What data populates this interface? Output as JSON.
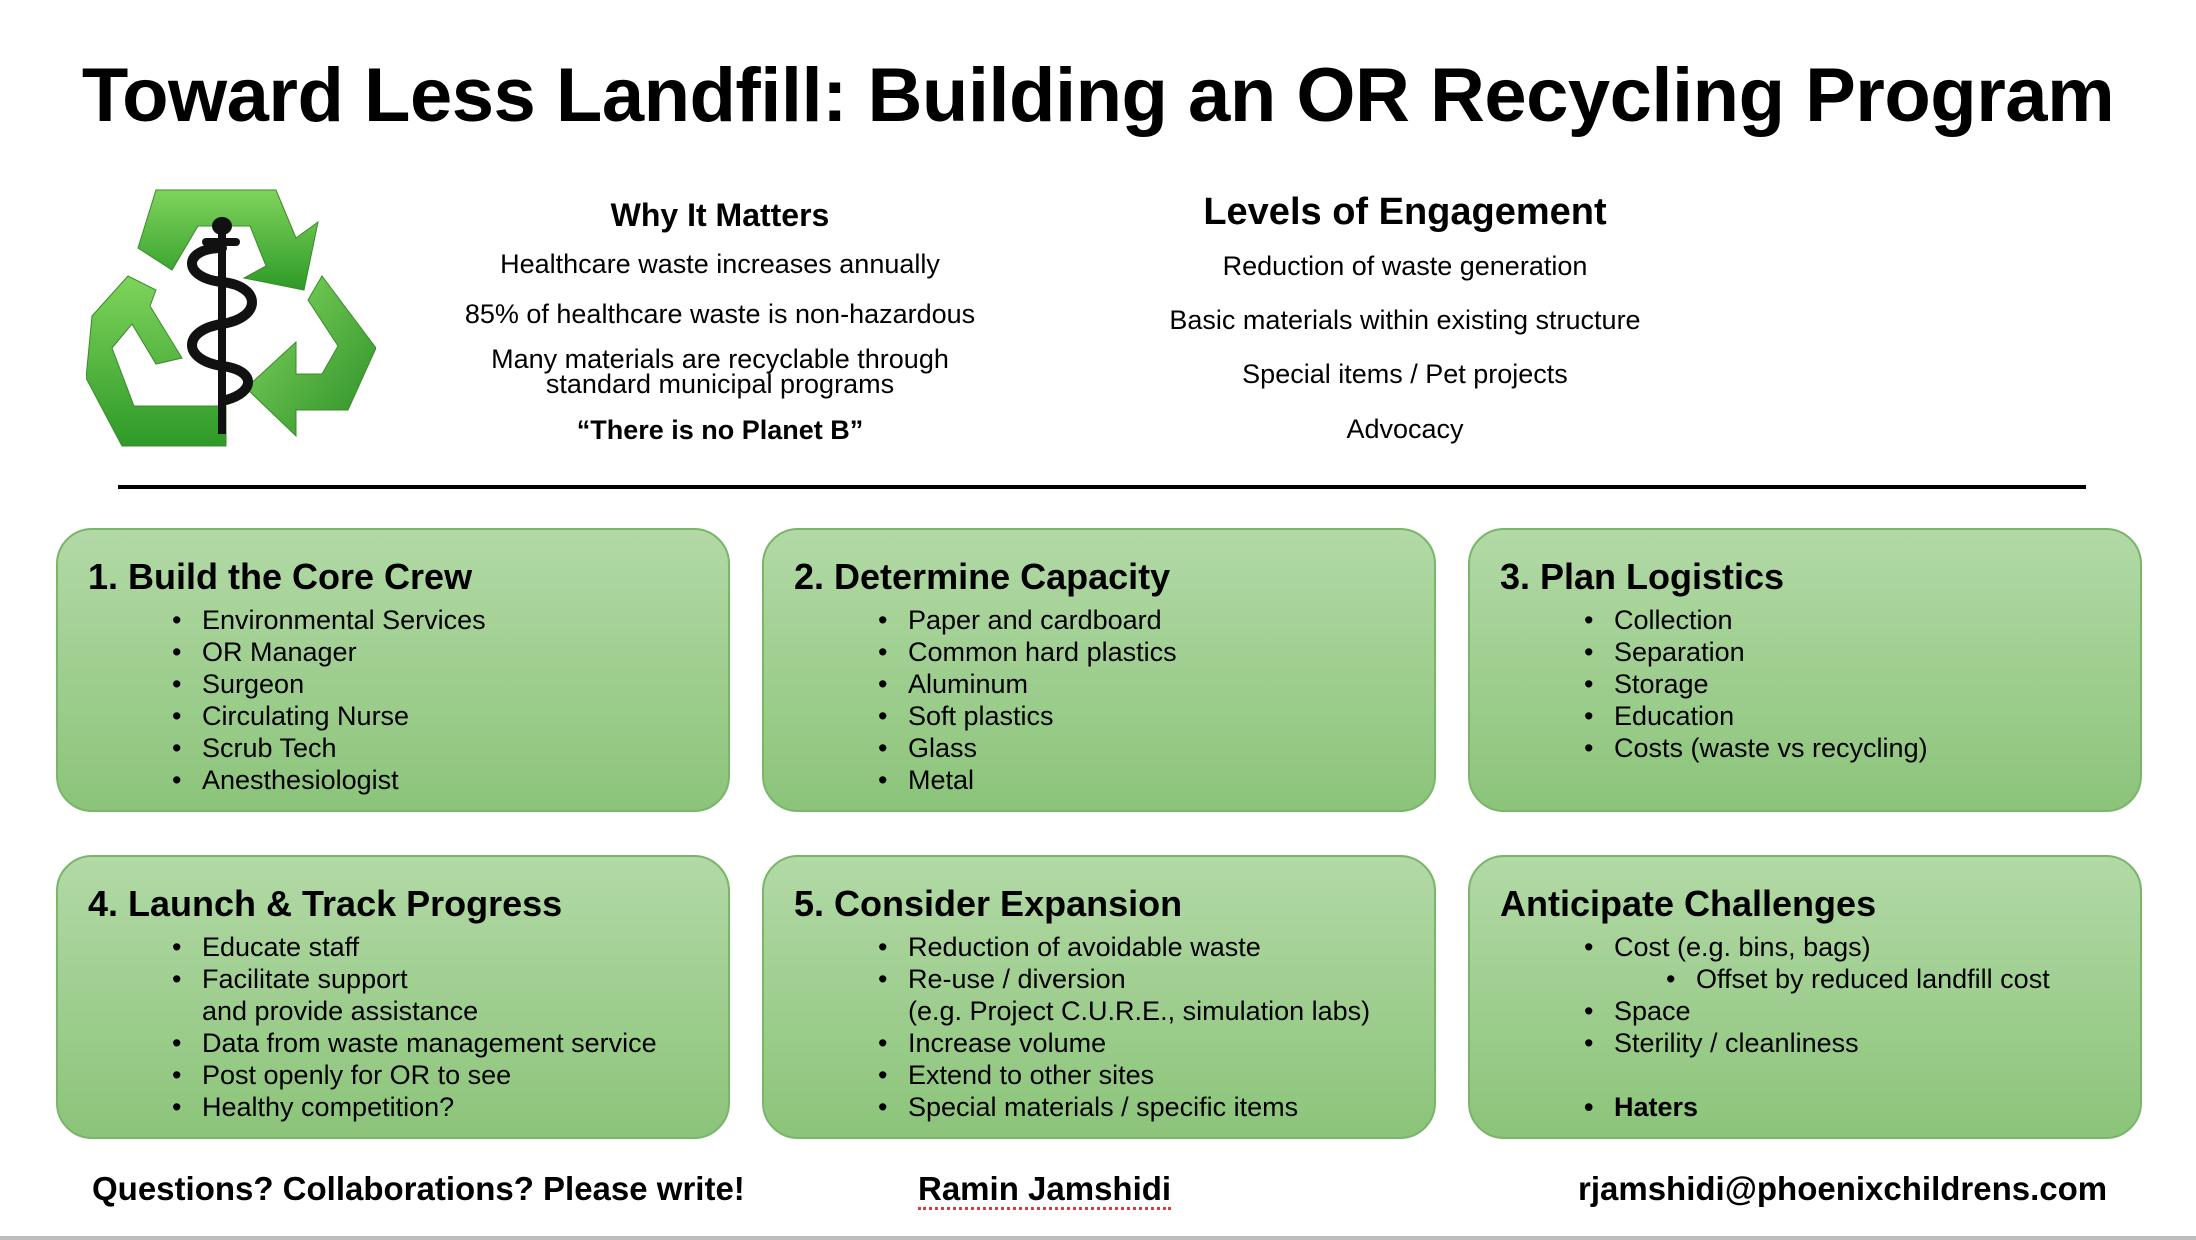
{
  "title": "Toward Less Landfill: Building an OR Recycling Program",
  "logo": {
    "icon": "recycle-caduceus-icon",
    "colors": {
      "green_light": "#7fd45c",
      "green_dark": "#2e9a28"
    }
  },
  "why": {
    "heading": "Why It Matters",
    "items": [
      "Healthcare waste increases annually",
      "85% of healthcare waste is non-hazardous",
      "Many materials are recyclable through",
      "standard municipal programs"
    ],
    "quote": "“There is no Planet B”"
  },
  "levels": {
    "heading": "Levels of Engagement",
    "items": [
      "Reduction of waste generation",
      "Basic materials within existing structure",
      "Special items / Pet projects",
      "Advocacy"
    ]
  },
  "boxes": [
    {
      "title": "1. Build the Core Crew",
      "items": [
        "Environmental Services",
        "OR Manager",
        "Surgeon",
        "Circulating Nurse",
        "Scrub Tech",
        "Anesthesiologist"
      ]
    },
    {
      "title": "2. Determine Capacity",
      "items": [
        "Paper and cardboard",
        "Common hard plastics",
        "Aluminum",
        "Soft plastics",
        "Glass",
        "Metal"
      ]
    },
    {
      "title": "3. Plan Logistics",
      "items": [
        "Collection",
        "Separation",
        "Storage",
        "Education",
        "Costs (waste vs recycling)"
      ]
    },
    {
      "title": "4. Launch & Track Progress",
      "items": [
        "Educate staff",
        "Facilitate support",
        "and provide assistance",
        "Data from waste management service",
        "Post openly for OR to see",
        "Healthy competition?"
      ]
    },
    {
      "title": "5. Consider Expansion",
      "items": [
        "Reduction of avoidable waste",
        "Re-use / diversion",
        "(e.g. Project C.U.R.E., simulation labs)",
        "Increase volume",
        "Extend to other sites",
        "Special materials / specific items"
      ]
    },
    {
      "title": "Anticipate Challenges",
      "items": [
        "Cost (e.g. bins, bags)",
        "Offset by reduced landfill cost",
        "Space",
        "Sterility / cleanliness",
        "Haters"
      ]
    }
  ],
  "footer": {
    "left": "Questions? Collaborations? Please write!",
    "name": "Ramin Jamshidi",
    "email": "rjamshidi@phoenixchildrens.com"
  },
  "colors": {
    "box_top": "#b2d9a6",
    "box_bottom": "#8cc47a",
    "box_border": "#79b66a"
  }
}
